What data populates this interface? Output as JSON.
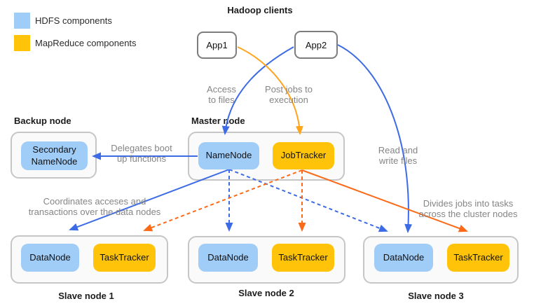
{
  "colors": {
    "hdfs": "#A0CCF8",
    "mapreduce": "#FFC40A",
    "arrow-blue": "#3D6BE5",
    "arrow-orange": "#FB6A18",
    "arrow-light-orange": "#FFA41D",
    "annotation-gray": "#858585"
  },
  "legend": {
    "items": [
      {
        "label": "HDFS components"
      },
      {
        "label": "MapReduce components"
      }
    ]
  },
  "clients": {
    "title": "Hadoop clients",
    "app1": "App1",
    "app2": "App2"
  },
  "backup": {
    "title": "Backup node",
    "component": "Secondary NameNode"
  },
  "master": {
    "title": "Master node",
    "namenode": "NameNode",
    "jobtracker": "JobTracker"
  },
  "slaves": [
    {
      "title": "Slave node 1",
      "datanode": "DataNode",
      "tasktracker": "TaskTracker"
    },
    {
      "title": "Slave node 2",
      "datanode": "DataNode",
      "tasktracker": "TaskTracker"
    },
    {
      "title": "Slave node 3",
      "datanode": "DataNode",
      "tasktracker": "TaskTracker"
    }
  ],
  "annotations": {
    "access": "Access\nto files",
    "post_jobs": "Post jobs to\nexecution",
    "read_write": "Read and\nwrite files",
    "delegates": "Delegates boot\nup functions",
    "coordinates": "Coordinates acceses and\ntransactions over the data nodes",
    "divides": "Divides jobs into tasks\nacross the cluster nodes"
  }
}
